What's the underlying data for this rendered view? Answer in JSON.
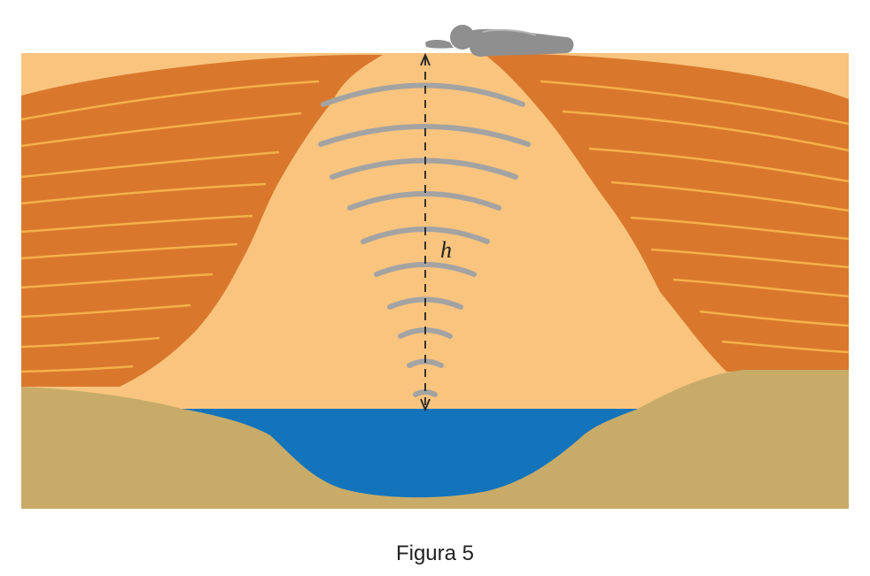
{
  "figure": {
    "caption": "Figura 5",
    "height_label": "h",
    "sound_wave_count": 10
  },
  "colors": {
    "rock": "#D9782D",
    "rock_stripe": "#F5B04A",
    "sand": "#F9C47E",
    "ground": "#C8AB69",
    "water": "#1374BB",
    "wave": "#A3A3A3",
    "person": "#8F8F8F"
  }
}
